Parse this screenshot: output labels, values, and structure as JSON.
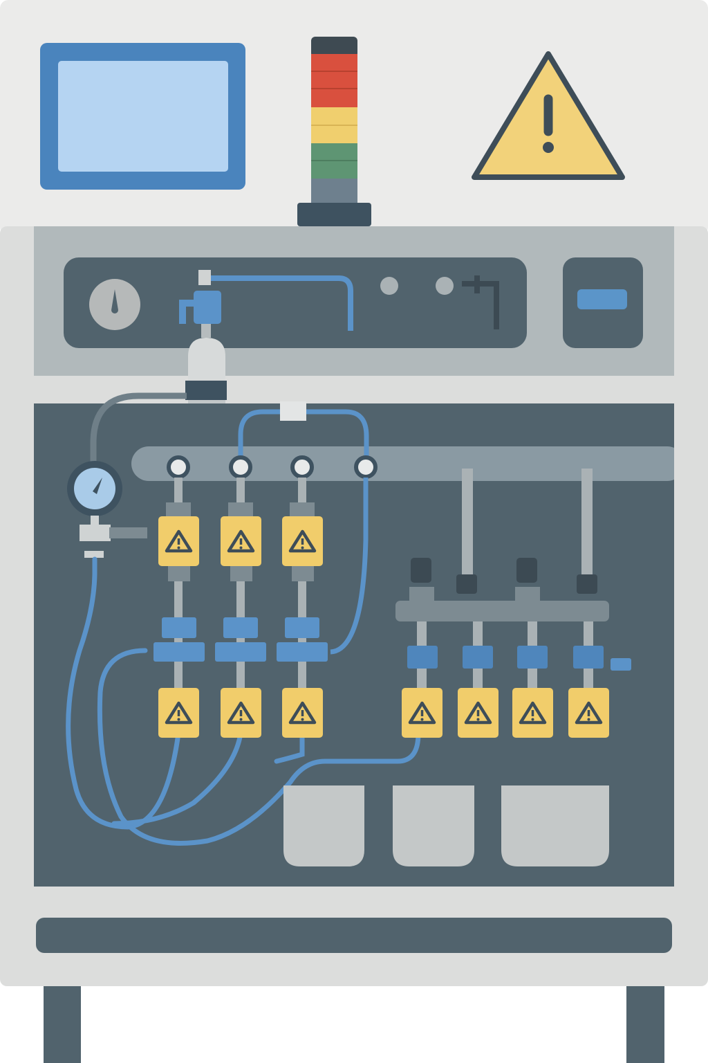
{
  "illustration": {
    "subject": "industrial-machine-cabinet",
    "icons": [
      "display-screen-icon",
      "signal-tower-light-icon",
      "warning-triangle-icon",
      "pressure-gauge-icon",
      "warning-label-icon",
      "hose-icon",
      "valve-icon",
      "bin-icon"
    ],
    "colors": {
      "top_panel": "#ebebea",
      "body": "#dcdddc",
      "upper_band": "#b1b9bb",
      "dark_panel": "#51636d",
      "rail": "#8a9aa3",
      "screen_frame": "#4a84bd",
      "screen": "#b5d4f2",
      "hose": "#5b93c9",
      "warning_yellow": "#f1cd6b",
      "warning_stroke": "#3e4d58",
      "tower_red": "#d9503e",
      "tower_yellow": "#f0cf6e",
      "tower_green": "#5e9573",
      "tower_gray": "#6e808e",
      "bin": "#c4c8c8"
    },
    "signal_tower_segments": [
      "dark",
      "red",
      "yellow",
      "green",
      "gray"
    ],
    "warning_labels_top_count": 3,
    "warning_labels_bottom_count": 7,
    "bins_count": 3
  }
}
